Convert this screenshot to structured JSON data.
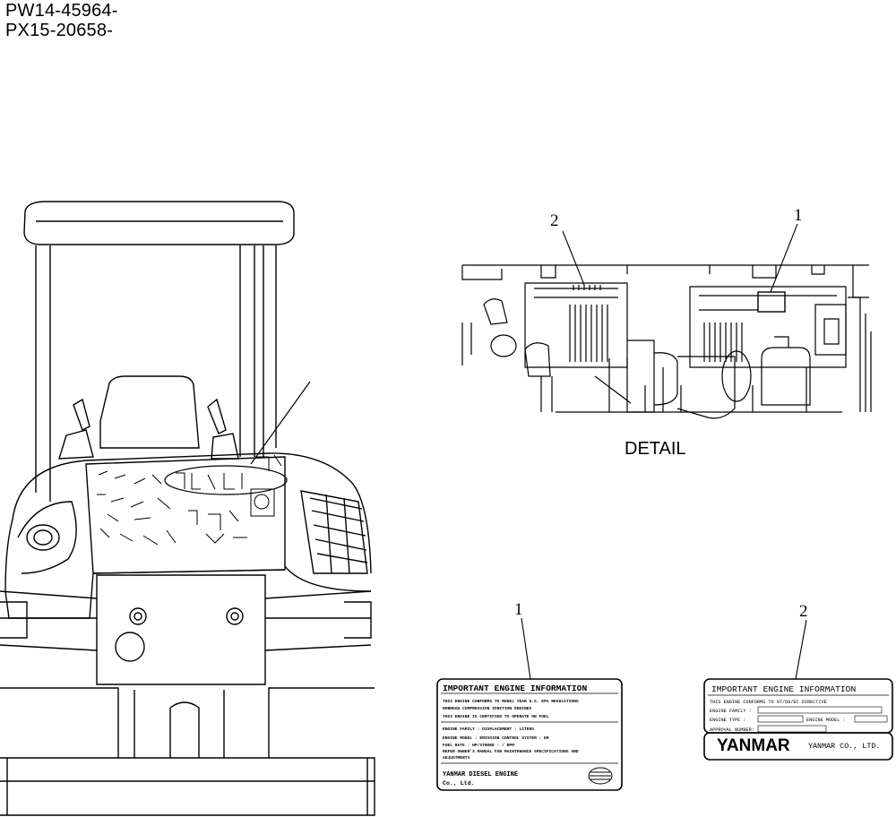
{
  "serial_numbers": [
    "PW14-45964-",
    "PX15-20658-"
  ],
  "detail_caption": "DETAIL",
  "callouts": {
    "detail_1": "1",
    "detail_2": "2",
    "label_1": "1",
    "label_2": "2"
  },
  "label_1": {
    "title": "IMPORTANT ENGINE INFORMATION",
    "lines": [
      "THIS ENGINE CONFORMS TO   MODEL YEAR U.S. EPA REGULATIONS",
      "NONROAD COMPRESSION IGNITION ENGINES",
      "THIS ENGINE IS CERTIFIED TO OPERATE ON   FUEL",
      "ENGINE FAMILY :            DISPLACEMENT :     LITERS",
      "ENGINE MODEL  :            EMISSION CONTROL SYSTEM : EM",
      "FUEL RATE :    HP/STROKE :    /   RPM",
      "REFER OWNER'S MANUAL FOR MAINTENANCE SPECIFICATIONS AND",
      "ADJUSTMENTS"
    ],
    "maker": "YANMAR DIESEL ENGINE",
    "maker_suffix": "Co., Ltd."
  },
  "label_2": {
    "title": "IMPORTANT ENGINE INFORMATION",
    "directive": "THIS ENGINE CONFORMS TO 97/68/EC DIRECTIVE",
    "engine_family": "ENGINE FAMILY :",
    "engine_type": "ENGINE TYPE :",
    "engine_model": "ENGINE MODEL :",
    "approval_number": "APPROVAL NUMBER:",
    "brand": "YANMAR",
    "company": "YANMAR CO., LTD."
  }
}
